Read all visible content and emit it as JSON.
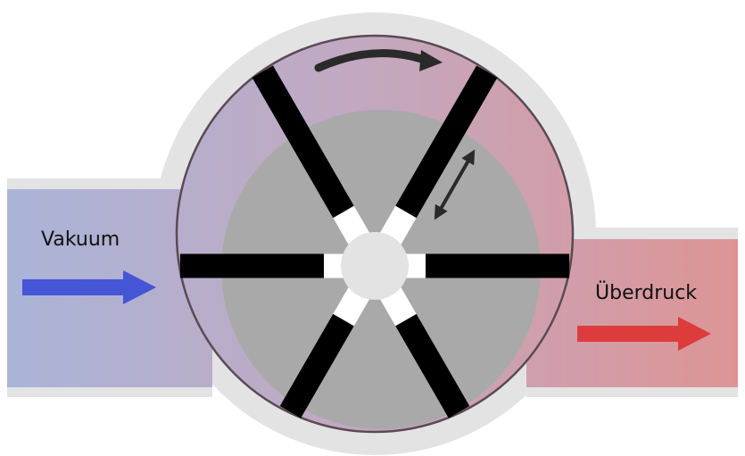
{
  "labels": {
    "inlet": "Vakuum",
    "outlet": "Überdruck"
  },
  "colors": {
    "housing": "#e3e3e3",
    "rotor": "#a9a9a9",
    "hub": "#e3e3e3",
    "vane": "#000000",
    "vane_base": "#ffffff",
    "chamber_rim": "#5a4a55",
    "vacuum_side": "#a9b4d8",
    "pressure_side": "#de9494",
    "inlet_arrow": "#4455d6",
    "outlet_arrow": "#dd3c3c",
    "indicator_arrow": "#2a2a2a"
  },
  "vane_count": 6
}
